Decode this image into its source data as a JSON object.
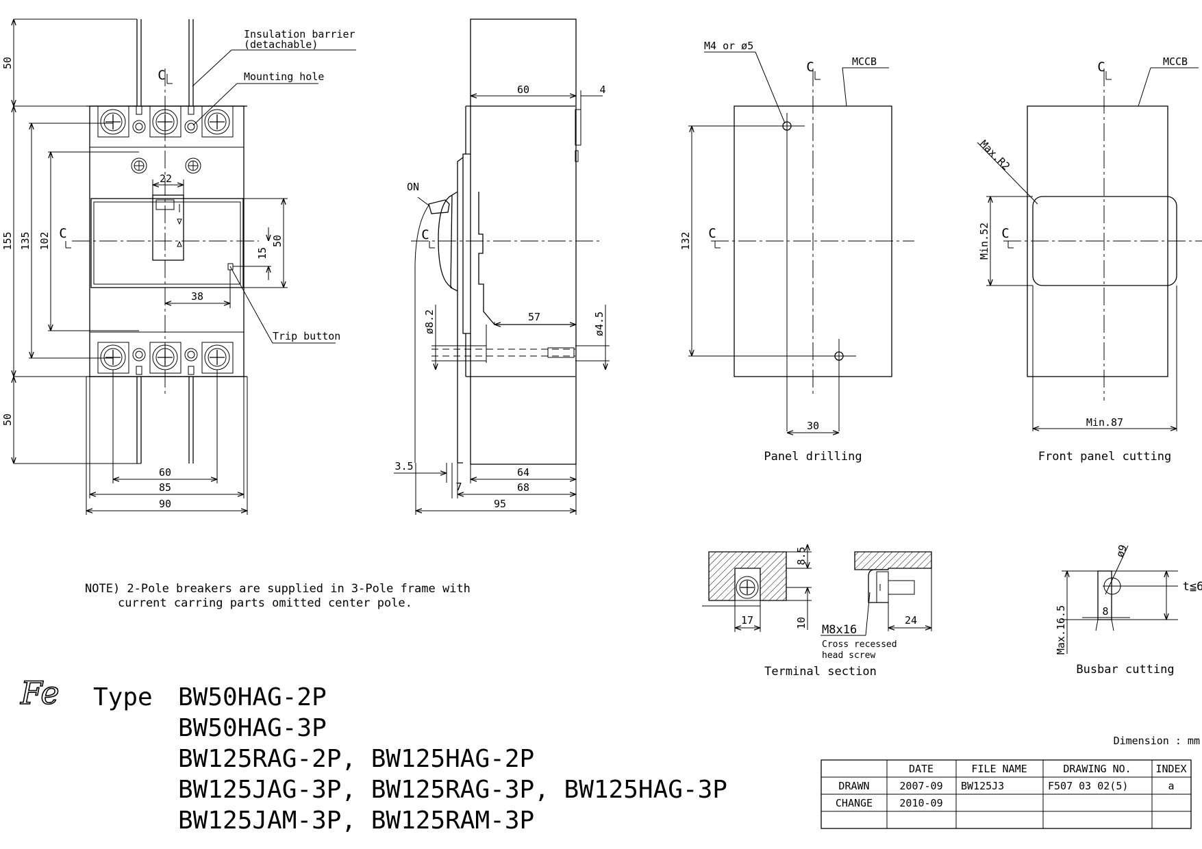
{
  "labels": {
    "cl": "C",
    "insulation_barrier": "Insulation barrier",
    "insulation_barrier_sub": "(detachable)",
    "mounting_hole": "Mounting hole",
    "trip_button": "Trip button",
    "on": "ON",
    "m4_or_5": "M4 or ø5",
    "mccb": "MCCB",
    "max_r2": "Max.R2",
    "min52": "Min.52",
    "min87": "Min.87",
    "panel_drilling": "Panel drilling",
    "front_panel_cutting": "Front panel cutting",
    "m8x16": "M8x16",
    "cross_recessed": "Cross recessed",
    "head_screw": "head screw",
    "terminal_section": "Terminal section",
    "busbar_cutting": "Busbar cutting",
    "t_le_6": "t≦6",
    "max165": "Max.16.5",
    "phi9": "ø9",
    "eight": "8",
    "dimension_unit": "Dimension : mm"
  },
  "dims": {
    "front": {
      "d50_top": "50",
      "d155": "155",
      "d135": "135",
      "d102": "102",
      "d50_bottom": "50",
      "d22": "22",
      "d15": "15",
      "d50_right": "50",
      "d38": "38",
      "d60": "60",
      "d85": "85",
      "d90": "90"
    },
    "side": {
      "d60": "60",
      "d4": "4",
      "d8_2": "ø8.2",
      "d57": "57",
      "d4_5": "ø4.5",
      "d3_5": "3.5",
      "d7": "7",
      "d64": "64",
      "d68": "68",
      "d95": "95"
    },
    "drill": {
      "d132": "132",
      "d30": "30"
    },
    "terminal": {
      "d8_5": "8.5",
      "d10": "10",
      "d17": "17",
      "d24": "24"
    }
  },
  "note": {
    "line1": "NOTE) 2-Pole breakers are supplied in 3-Pole frame with",
    "line2": "current carring parts omitted center pole."
  },
  "title_block": {
    "logo": "Fe",
    "type_label": "Type",
    "models": [
      "BW50HAG-2P",
      "BW50HAG-3P",
      "BW125RAG-2P, BW125HAG-2P",
      "BW125JAG-3P, BW125RAG-3P, BW125HAG-3P",
      "BW125JAM-3P, BW125RAM-3P"
    ]
  },
  "table": {
    "headers": [
      "",
      "DATE",
      "FILE NAME",
      "DRAWING NO.",
      "INDEX"
    ],
    "rows": [
      [
        "DRAWN",
        "2007-09",
        "BW125J3",
        "F507 03 02(5)",
        "a"
      ],
      [
        "CHANGE",
        "2010-09",
        "",
        "",
        ""
      ],
      [
        "",
        "",
        "",
        "",
        ""
      ]
    ]
  }
}
